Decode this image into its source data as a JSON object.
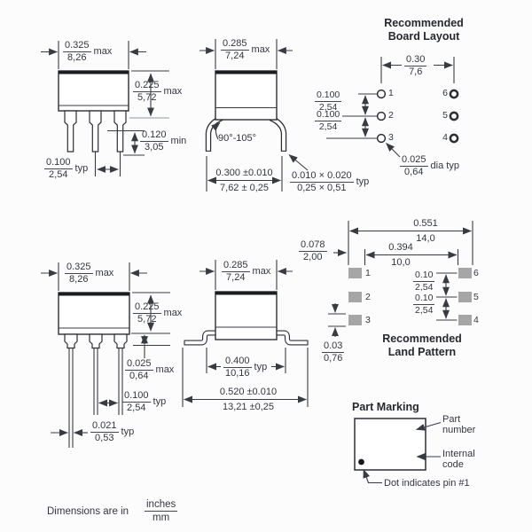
{
  "palette": {
    "ink": "#33363d",
    "line": "#383b42",
    "thick_edge": "#1a1c20",
    "pad_fill": "#a6a6a6",
    "background": "#fcfcfd"
  },
  "dip_front": {
    "dims": {
      "body_w": {
        "inch": "0.325",
        "mm": "8,26",
        "suffix": "max"
      },
      "body_h": {
        "inch": "0.225",
        "mm": "5,72",
        "suffix": "max"
      },
      "lead_len": {
        "inch": "0.120",
        "mm": "3,05",
        "suffix": "min"
      },
      "pitch": {
        "inch": "0.100",
        "mm": "2,54",
        "suffix": "typ"
      }
    }
  },
  "dip_side": {
    "angle": "90°-105°",
    "dims": {
      "body_w": {
        "inch": "0.285",
        "mm": "7,24",
        "suffix": "max"
      },
      "row_span": {
        "inch": "0.300 ±0.010",
        "mm": "7,62 ± 0,25"
      },
      "lead_section": {
        "inch": "0.010 × 0.020",
        "mm": "0,25 × 0,51",
        "suffix": "typ"
      }
    }
  },
  "board_layout": {
    "title_line1": "Recommended",
    "title_line2": "Board Layout",
    "pins_left": [
      "1",
      "2",
      "3"
    ],
    "pins_right": [
      "6",
      "5",
      "4"
    ],
    "dims": {
      "col_space": {
        "inch": "0.30",
        "mm": "7,6"
      },
      "pitch_a": {
        "inch": "0.100",
        "mm": "2,54"
      },
      "pitch_b": {
        "inch": "0.100",
        "mm": "2,54"
      },
      "hole_dia": {
        "inch": "0.025",
        "mm": "0,64",
        "suffix": "dia typ"
      }
    }
  },
  "smd_front": {
    "dims": {
      "body_w": {
        "inch": "0.325",
        "mm": "8,26",
        "suffix": "max"
      },
      "body_h": {
        "inch": "0.225",
        "mm": "5,72",
        "suffix": "max"
      },
      "standoff": {
        "inch": "0.025",
        "mm": "0,64",
        "suffix": "max"
      },
      "pitch": {
        "inch": "0.100",
        "mm": "2,54",
        "suffix": "typ"
      },
      "lead_w": {
        "inch": "0.021",
        "mm": "0,53",
        "suffix": "typ"
      }
    }
  },
  "smd_side": {
    "dims": {
      "body_w": {
        "inch": "0.285",
        "mm": "7,24",
        "suffix": "max"
      },
      "foot_span": {
        "inch": "0.400",
        "mm": "10,16",
        "suffix": "typ"
      },
      "overall": {
        "inch": "0.520 ±0.010",
        "mm": "13,21 ±0,25"
      }
    }
  },
  "land_pattern": {
    "title_line1": "Recommended",
    "title_line2": "Land Pattern",
    "pads_left": [
      "1",
      "2",
      "3"
    ],
    "pads_right": [
      "6",
      "5",
      "4"
    ],
    "dims": {
      "overall": {
        "inch": "0.551",
        "mm": "14,0"
      },
      "inner_span": {
        "inch": "0.394",
        "mm": "10,0"
      },
      "pad_w": {
        "inch": "0.078",
        "mm": "2,00"
      },
      "pitch_a": {
        "inch": "0.10",
        "mm": "2,54"
      },
      "pitch_b": {
        "inch": "0.10",
        "mm": "2,54"
      },
      "pad_h": {
        "inch": "0.03",
        "mm": "0,76"
      }
    }
  },
  "part_marking": {
    "title": "Part Marking",
    "label_part_line1": "Part",
    "label_part_line2": "number",
    "label_internal_line1": "Internal",
    "label_internal_line2": "code",
    "dot_note": "Dot indicates pin #1"
  },
  "footer": {
    "text": "Dimensions are in",
    "unit_top": "inches",
    "unit_bottom": "mm"
  }
}
